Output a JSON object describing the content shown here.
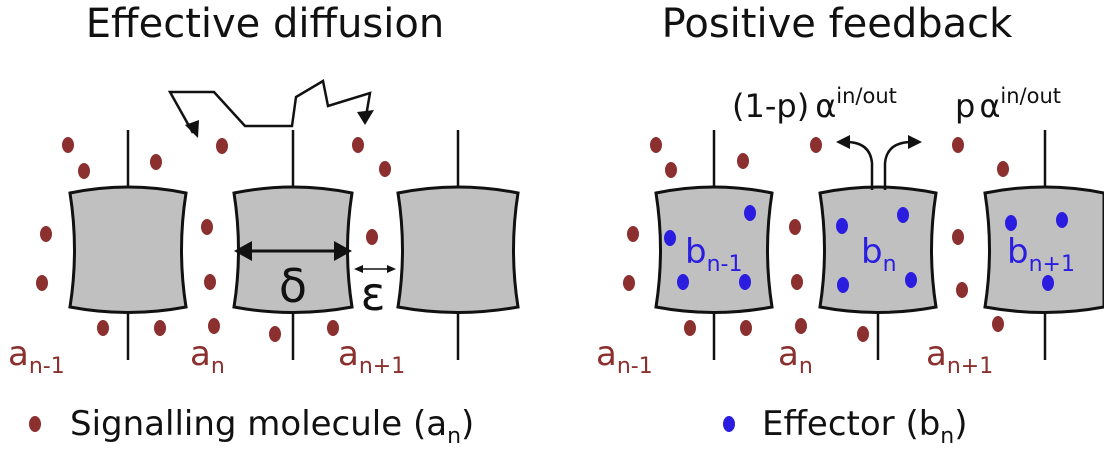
{
  "panels": {
    "left": {
      "title": "Effective diffusion",
      "labels": [
        {
          "base": "a",
          "sub": "n-1"
        },
        {
          "base": "a",
          "sub": "n"
        },
        {
          "base": "a",
          "sub": "n+1"
        }
      ],
      "delta": "δ",
      "epsilon": "ε"
    },
    "right": {
      "title": "Positive feedback",
      "labels": [
        {
          "base": "a",
          "sub": "n-1"
        },
        {
          "base": "a",
          "sub": "n"
        },
        {
          "base": "a",
          "sub": "n+1"
        }
      ],
      "cell_labels": [
        {
          "base": "b",
          "sub": "n-1"
        },
        {
          "base": "b",
          "sub": "n"
        },
        {
          "base": "b",
          "sub": "n+1"
        }
      ],
      "rate_left": {
        "prefix": "(1-p)",
        "symbol": "α",
        "sup": "in/out"
      },
      "rate_right": {
        "prefix": "p",
        "symbol": "α",
        "sup": "in/out"
      }
    }
  },
  "legend": {
    "signalling": {
      "text": "Signalling molecule (a",
      "sub": "n",
      "close": ")"
    },
    "effector": {
      "text": "Effector (b",
      "sub": "n",
      "close": ")"
    }
  },
  "colors": {
    "signalling": "#8b2f2f",
    "effector": "#2b1de0",
    "cell": "#c0c0c0",
    "stroke": "#111111"
  }
}
